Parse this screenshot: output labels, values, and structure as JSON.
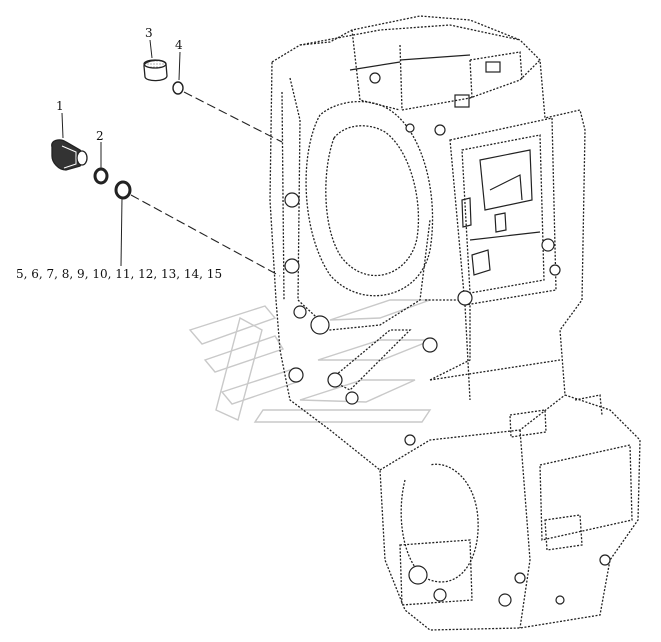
{
  "diagram": {
    "callouts": [
      {
        "id": "1",
        "label": "1"
      },
      {
        "id": "2",
        "label": "2"
      },
      {
        "id": "3",
        "label": "3"
      },
      {
        "id": "4",
        "label": "4"
      },
      {
        "id": "5-15",
        "label": "5, 6, 7, 8, 9, 10, 11, 12, 13, 14, 15"
      }
    ],
    "colors": {
      "ink": "#222222",
      "watermark": "#c8c8c8"
    }
  }
}
